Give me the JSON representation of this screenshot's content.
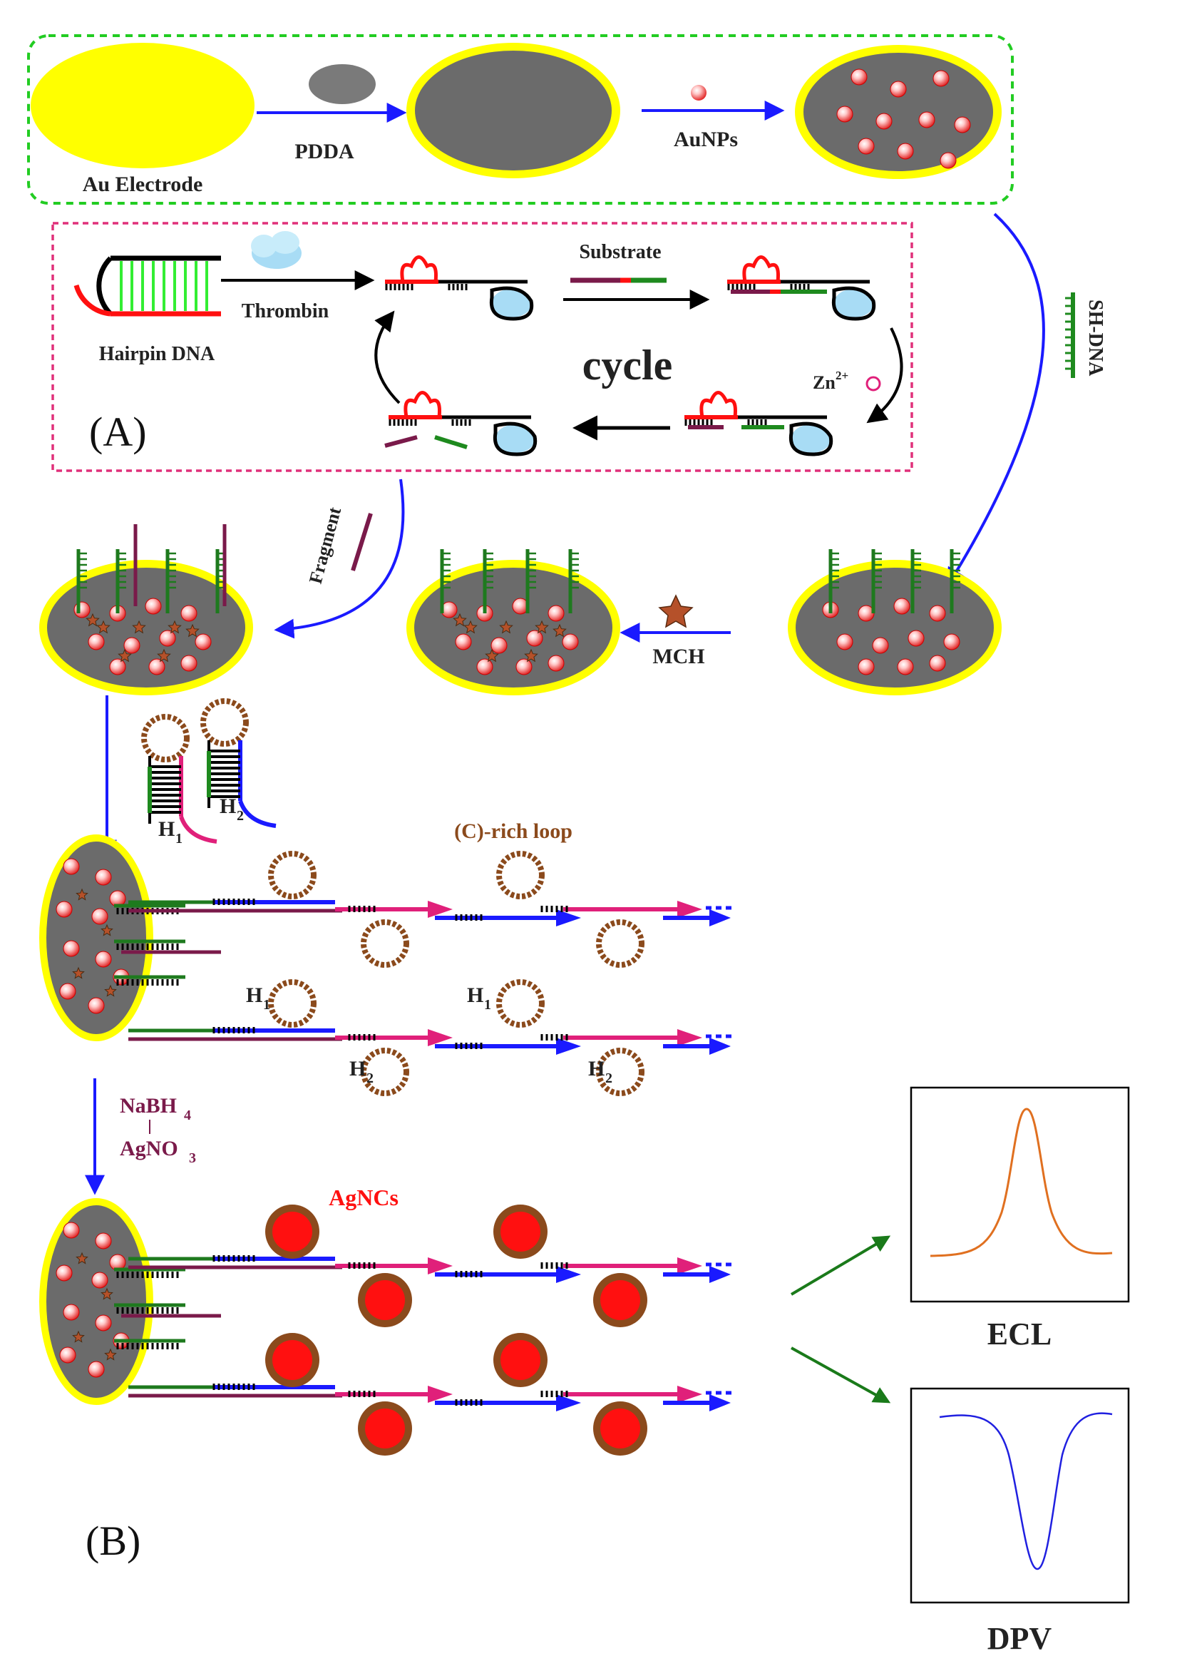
{
  "labels": {
    "au_electrode": "Au Electrode",
    "pdda": "PDDA",
    "aunps": "AuNPs",
    "thrombin": "Thrombin",
    "substrate": "Substrate",
    "hairpin_dna": "Hairpin DNA",
    "cycle": "cycle",
    "zn": "Zn",
    "zn_charge": "2+",
    "panel_a": "(A)",
    "sh_dna": "SH-DNA",
    "fragment": "Fragment",
    "mch": "MCH",
    "h1": "H",
    "h1_sub": "1",
    "h2": "H",
    "h2_sub": "2",
    "c_rich_loop": "(C)-rich loop",
    "nabh4_main": "NaBH",
    "nabh4_sub": "4",
    "agno3_main": "AgNO",
    "agno3_sub": "3",
    "agncs": "AgNCs",
    "ecl": "ECL",
    "dpv": "DPV",
    "panel_b": "(B)"
  },
  "colors": {
    "gold": "#ffff00",
    "gray": "#6b6b6b",
    "blue_arrow": "#1a1aff",
    "green_box": "#22cc22",
    "pink_box": "#e0307a",
    "magenta": "#e0207a",
    "dna_green": "#1e7a1e",
    "loop_brown": "#8b4a1c",
    "maroon": "#7a1a4a",
    "agnc_red": "#ff1010",
    "ecl_curve": "#e07020",
    "dpv_curve": "#2020e0",
    "green_arrow": "#1a7a1a"
  }
}
